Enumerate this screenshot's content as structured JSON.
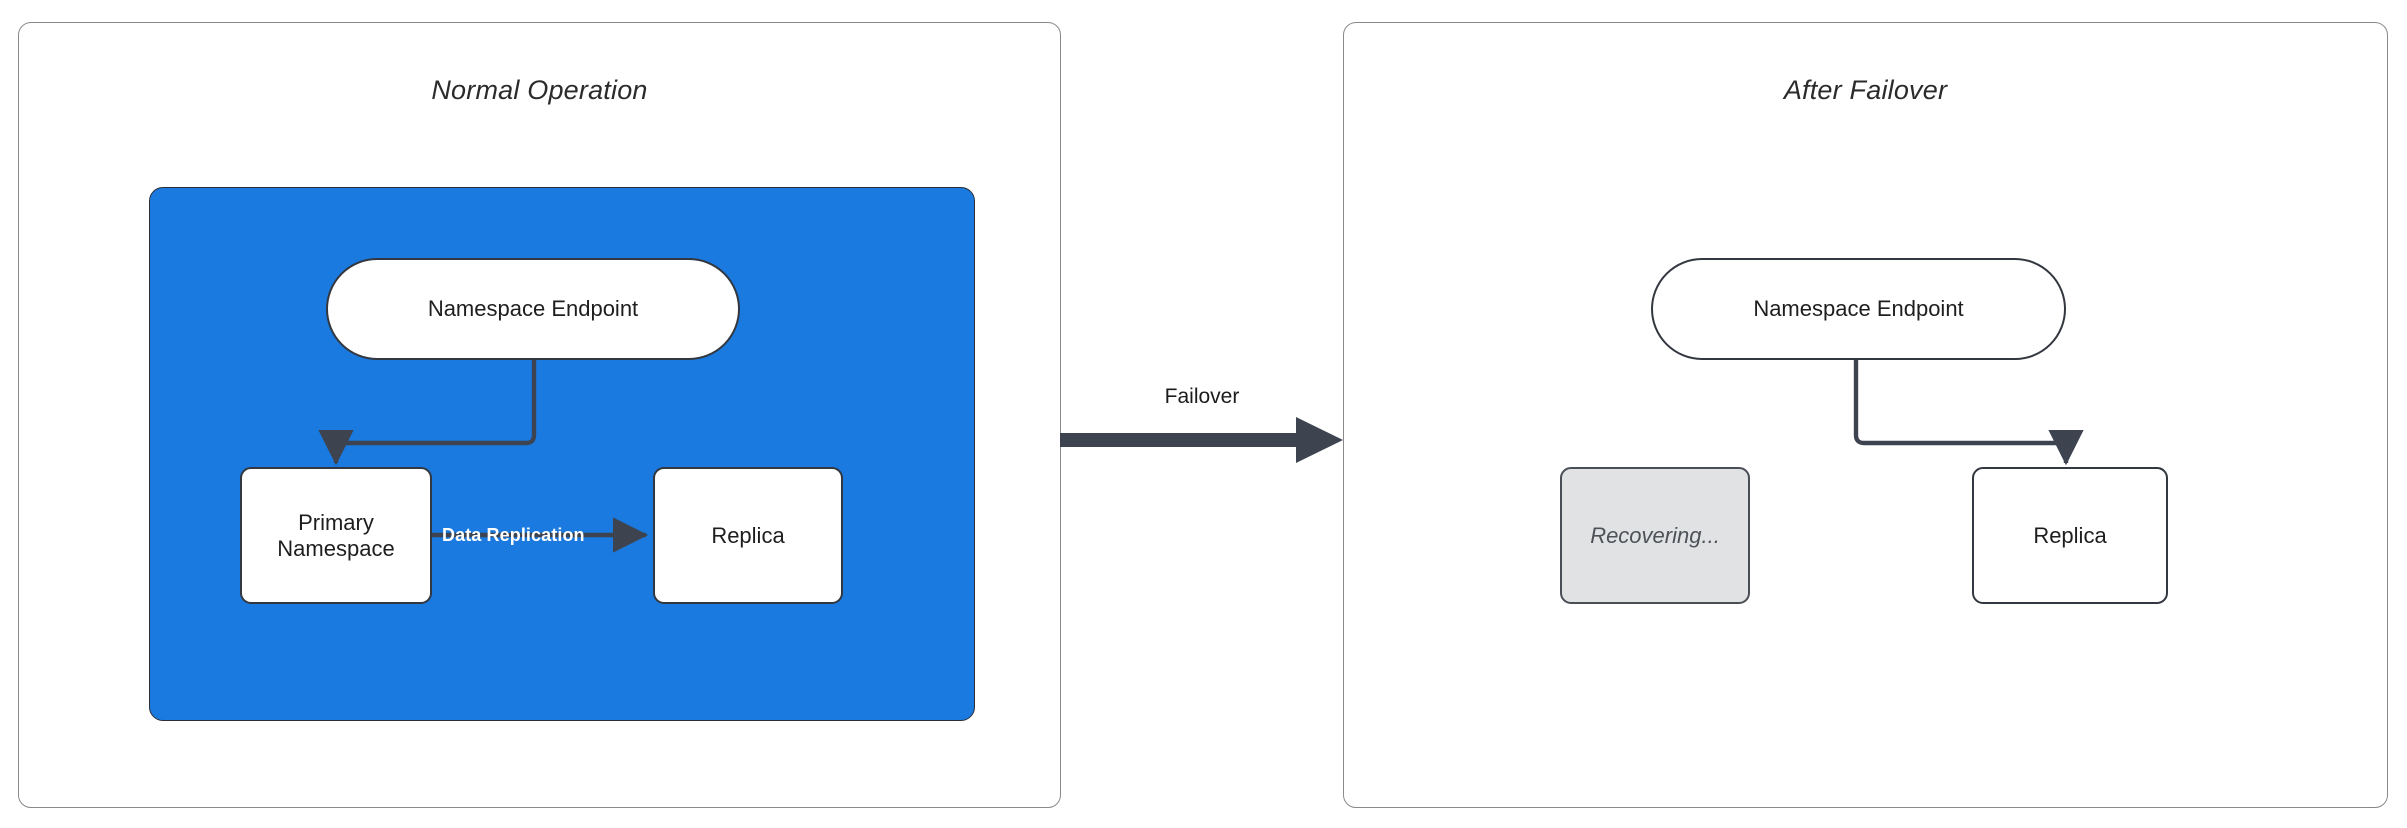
{
  "diagram": {
    "title_left": "Normal Operation",
    "title_right": "After Failover",
    "transition_label": "Failover",
    "colors": {
      "zone_blue": "#1a7ae0",
      "node_white": "#ffffff",
      "node_muted": "#e0e2e4",
      "stroke_dark": "#33373f",
      "panel_border": "#8a8a8a",
      "edge_label_white": "#ffffff"
    }
  },
  "panels": [
    {
      "id": "normal-operation",
      "title": "Normal Operation",
      "nodes": [
        {
          "id": "endpoint",
          "label": "Namespace Endpoint",
          "shape": "pill",
          "state": "active"
        },
        {
          "id": "primary",
          "label": "Primary\nNamespace",
          "shape": "rect",
          "state": "active"
        },
        {
          "id": "replica",
          "label": "Replica",
          "shape": "rect",
          "state": "active"
        }
      ],
      "edges": [
        {
          "from": "endpoint",
          "to": "primary",
          "label": "",
          "style": "elbow-arrow"
        },
        {
          "from": "primary",
          "to": "replica",
          "label": "Data Replication",
          "style": "straight-arrow"
        }
      ]
    },
    {
      "id": "after-failover",
      "title": "After Failover",
      "nodes": [
        {
          "id": "endpoint",
          "label": "Namespace Endpoint",
          "shape": "pill",
          "state": "active"
        },
        {
          "id": "recovering",
          "label": "Recovering...",
          "shape": "rect",
          "state": "down"
        },
        {
          "id": "replica",
          "label": "Replica",
          "shape": "rect",
          "state": "promoted"
        }
      ],
      "edges": [
        {
          "from": "endpoint",
          "to": "replica",
          "label": "",
          "style": "elbow-arrow"
        }
      ]
    }
  ],
  "labels": {
    "primary_line1": "Primary",
    "primary_line2": "Namespace",
    "namespace_endpoint": "Namespace Endpoint",
    "replica": "Replica",
    "recovering": "Recovering...",
    "data_replication": "Data Replication",
    "failover": "Failover"
  }
}
